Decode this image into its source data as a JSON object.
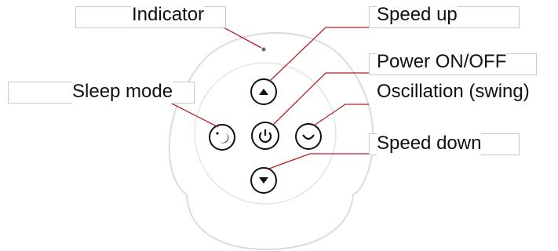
{
  "labels": {
    "indicator": "Indicator",
    "speed_up": "Speed up",
    "power": "Power ON/OFF",
    "oscillation": "Oscillation (swing)",
    "sleep": "Sleep mode",
    "speed_down": "Speed down"
  },
  "icons": {
    "speed_up": "triangle-up-icon",
    "speed_down": "triangle-down-icon",
    "power": "power-icon",
    "oscillation": "swing-icon",
    "sleep": "moon-star-icon",
    "indicator": "indicator-light-icon"
  },
  "colors": {
    "leader_line": "#b22228",
    "outline": "#dcdcdc",
    "button_stroke": "#111111",
    "label_border": "#c9c9c9"
  }
}
